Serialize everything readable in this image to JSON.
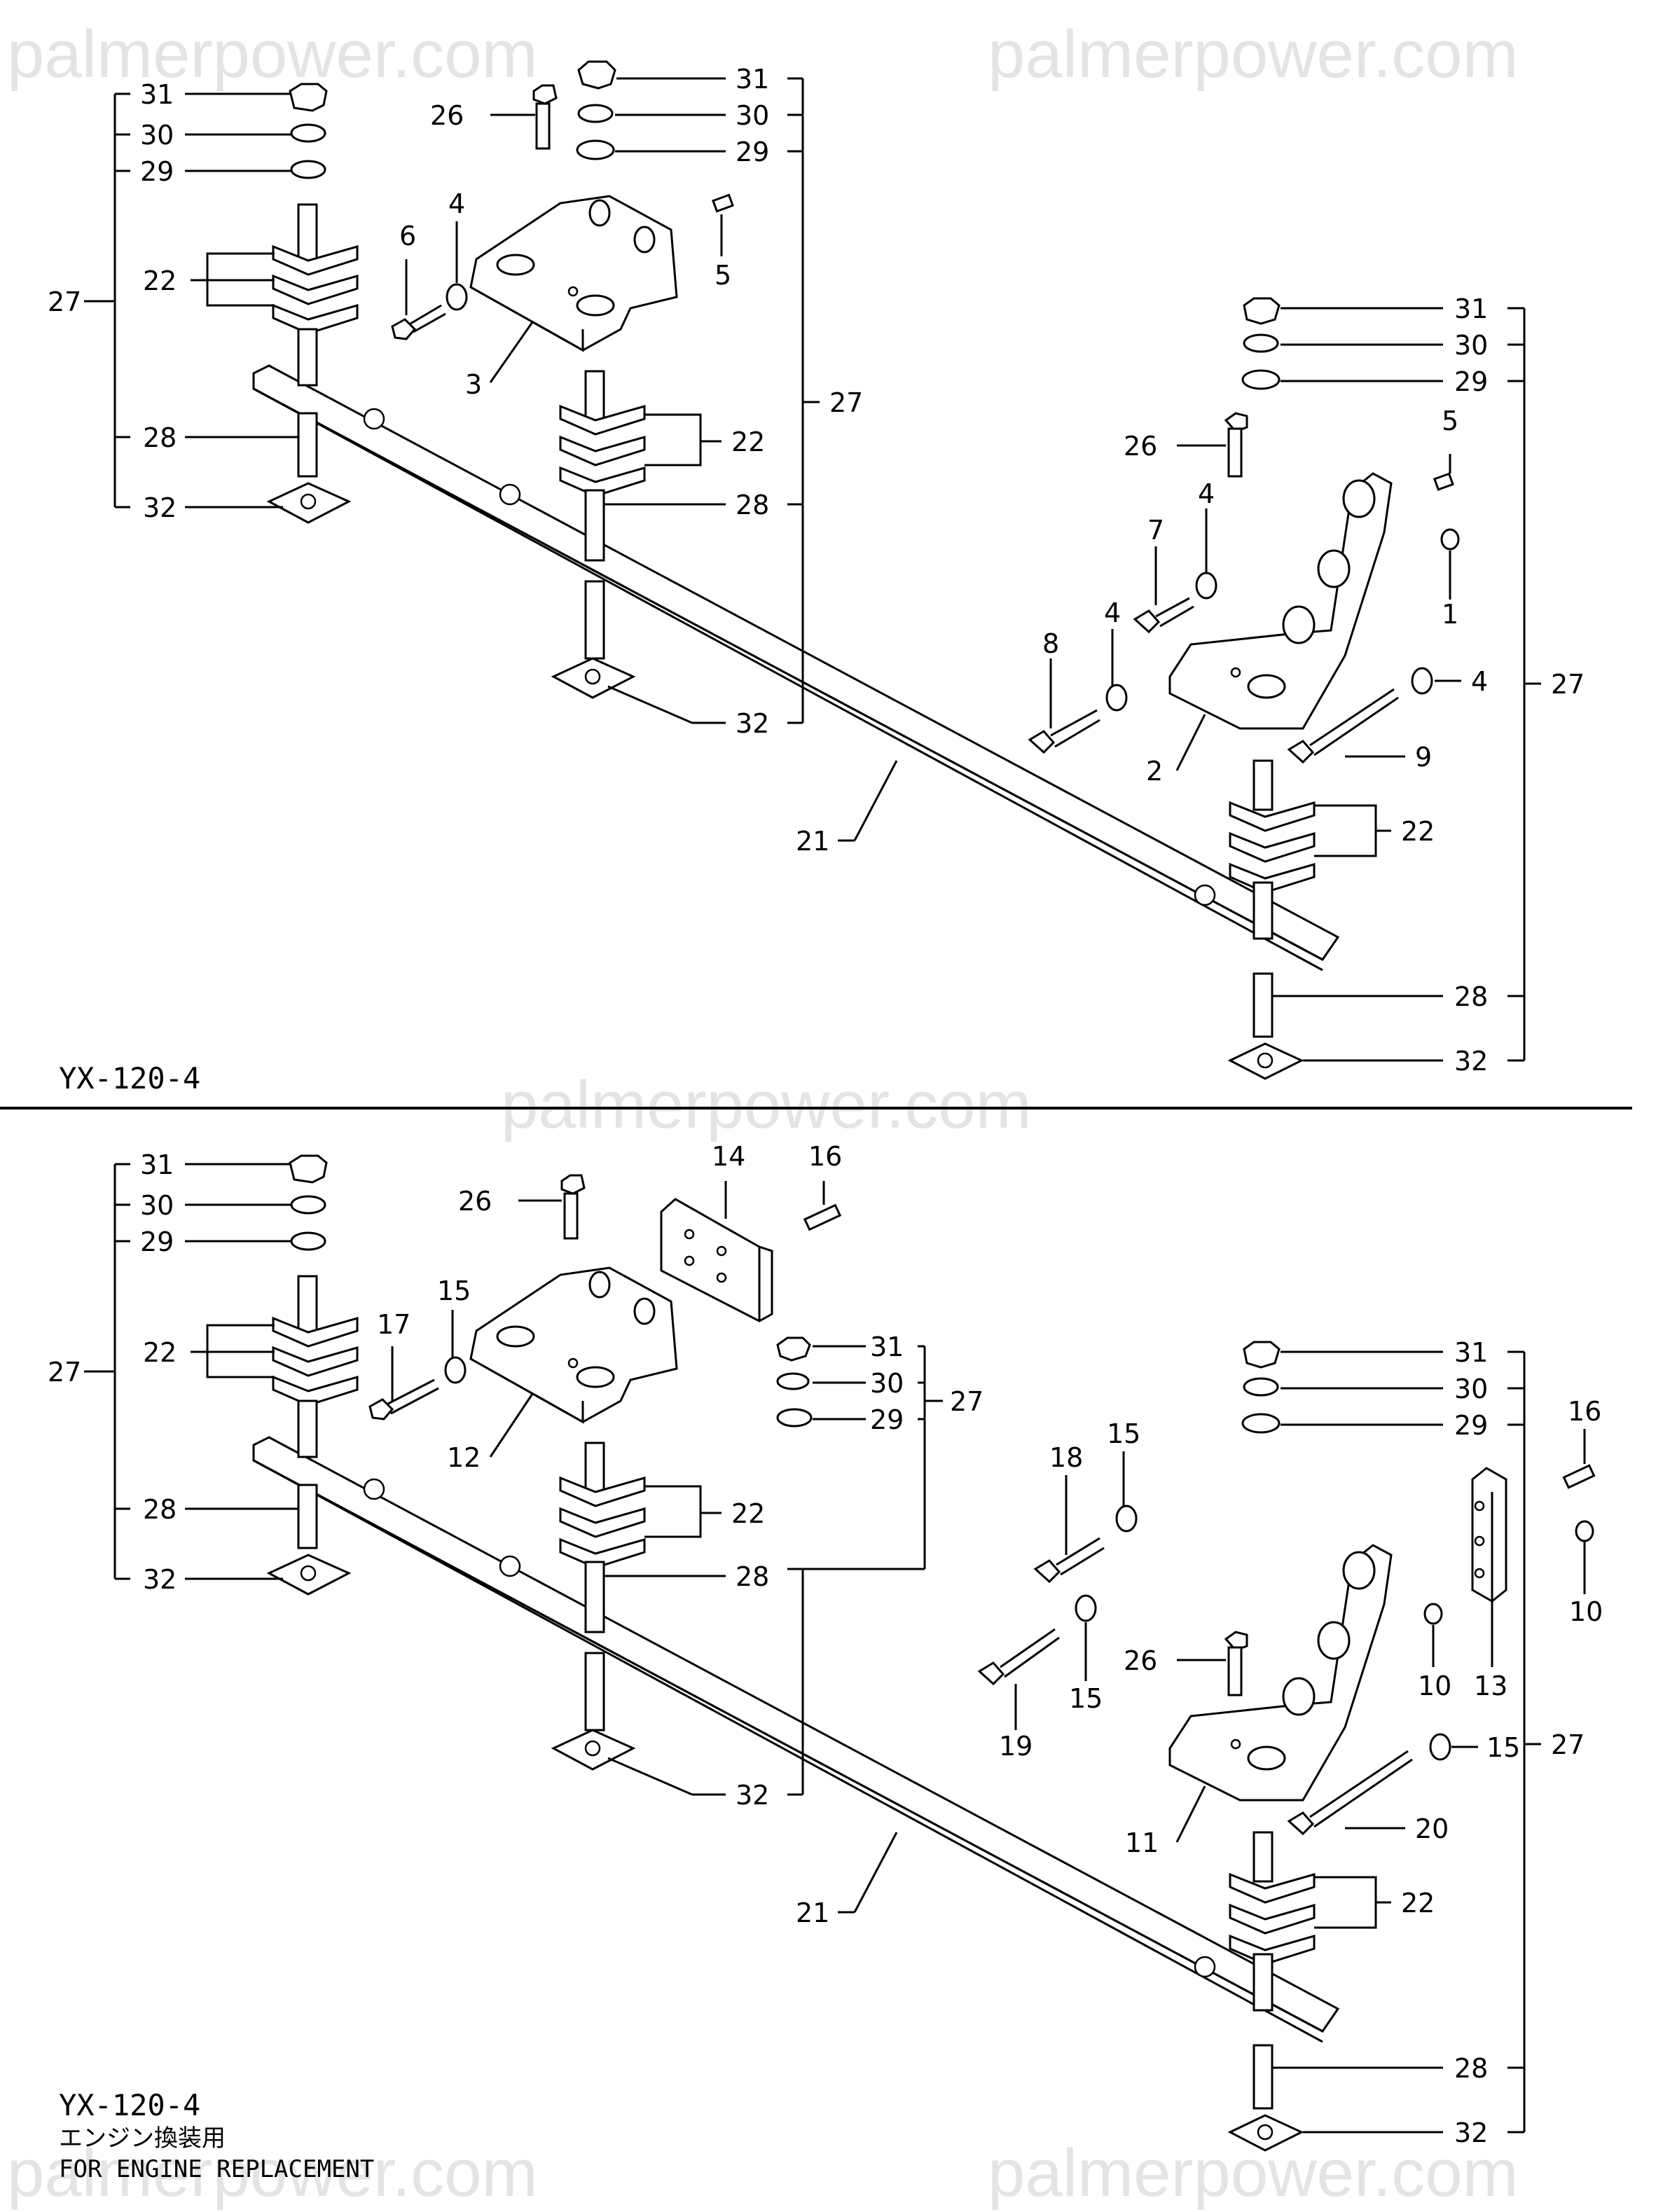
{
  "watermarks": [
    "palmerpower.com",
    "palmerpower.com",
    "palmerpower.com",
    "palmerpower.com",
    "palmerpower.com"
  ],
  "top": {
    "model": "YX-120-4",
    "callouts": [
      "31",
      "30",
      "29",
      "22",
      "27",
      "28",
      "32",
      "26",
      "6",
      "4",
      "3",
      "5",
      "31",
      "30",
      "29",
      "27",
      "22",
      "28",
      "32",
      "21",
      "31",
      "30",
      "29",
      "26",
      "5",
      "4",
      "7",
      "1",
      "4",
      "8",
      "4",
      "27",
      "2",
      "9",
      "22",
      "28",
      "32"
    ]
  },
  "bottom": {
    "model": "YX-120-4",
    "subtitle_jp": "エンジン換装用",
    "subtitle_en": "FOR ENGINE REPLACEMENT",
    "callouts": [
      "31",
      "30",
      "29",
      "22",
      "27",
      "28",
      "32",
      "26",
      "14",
      "16",
      "17",
      "15",
      "12",
      "31",
      "30",
      "29",
      "27",
      "22",
      "28",
      "32",
      "21",
      "31",
      "30",
      "29",
      "16",
      "18",
      "15",
      "10",
      "19",
      "15",
      "26",
      "10",
      "13",
      "15",
      "27",
      "11",
      "20",
      "22",
      "28",
      "32"
    ]
  }
}
